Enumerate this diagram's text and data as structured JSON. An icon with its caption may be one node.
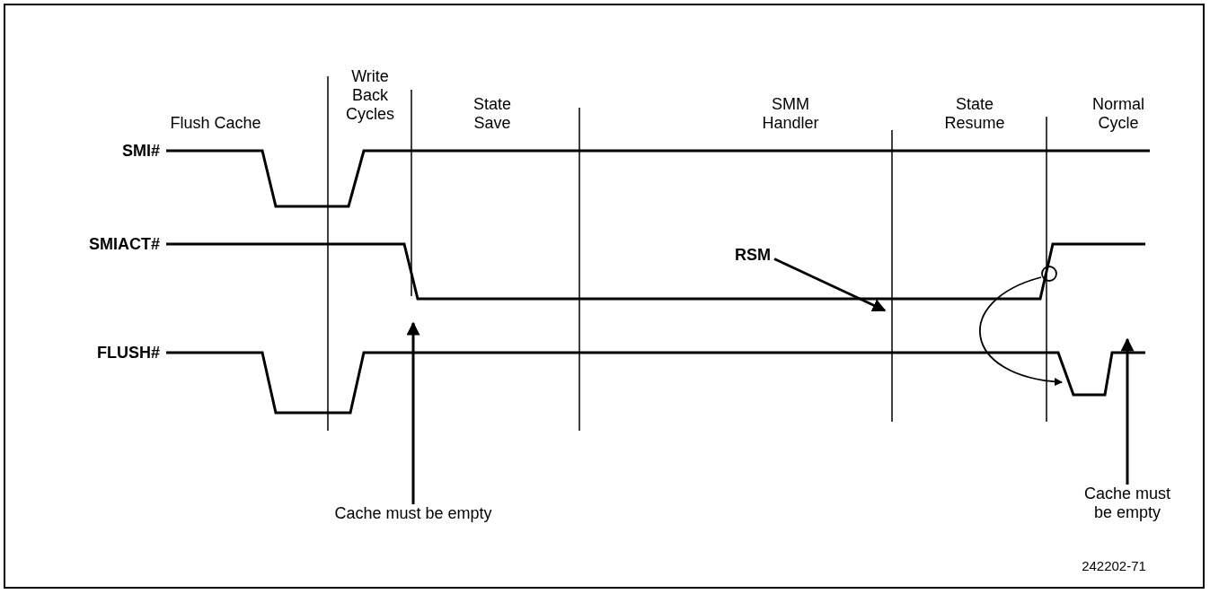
{
  "diagram": {
    "nodes": [
      {
        "text": [
          "Cache must be empty"
        ]
      },
      {
        "text": [
          "RSM"
        ]
      },
      {
        "text": [
          "Cache must be empty"
        ]
      },
      {
        "text": [],
        "shape": "circle"
      }
    ],
    "edges": [
      {
        "from": 0,
        "to": null,
        "arrow": "to"
      },
      {
        "from": 1,
        "to": null,
        "arrow": "to"
      },
      {
        "from": 2,
        "to": null,
        "arrow": "to"
      },
      {
        "from": 3,
        "to": null,
        "arrow": "to"
      }
    ],
    "labels": [
      "Flush Cache",
      "Write Back Cycles",
      "State Save",
      "SMM Handler",
      "State Resume",
      "Normal Cycle",
      "SMI#",
      "SMIACT#",
      "FLUSH#",
      "242202-71"
    ]
  }
}
